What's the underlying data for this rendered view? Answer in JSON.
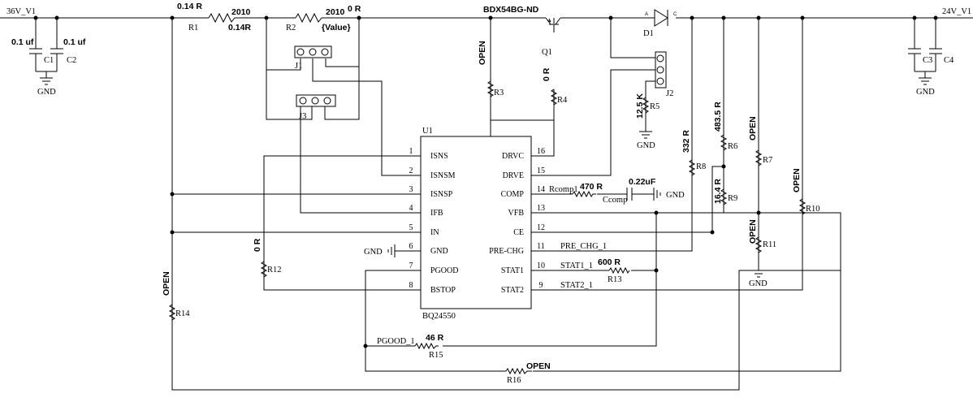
{
  "nets": {
    "vin": "36V_V1",
    "vout": "24V_V1"
  },
  "caps": {
    "c1": {
      "ref": "C1",
      "value": "0.1 uf"
    },
    "c2": {
      "ref": "C2",
      "value": "0.1 uf"
    },
    "c3": {
      "ref": "C3"
    },
    "c4": {
      "ref": "C4"
    },
    "ccomp": {
      "ref": "Ccomp",
      "value": "0.22uF"
    }
  },
  "gnd_label": "GND",
  "resistors": {
    "r1": {
      "ref": "R1",
      "value": "0.14 R",
      "pkg": "2010",
      "extra": "0.14R"
    },
    "r2": {
      "ref": "R2",
      "value": "0 R",
      "pkg": "2010",
      "extra": "{Value}"
    },
    "r3": {
      "ref": "R3",
      "value": "OPEN"
    },
    "r4": {
      "ref": "R4",
      "value": "0 R"
    },
    "r5": {
      "ref": "R5",
      "value": "12.5 K"
    },
    "r6": {
      "ref": "R6",
      "value": "483.5 R"
    },
    "r7": {
      "ref": "R7",
      "value": "OPEN"
    },
    "r8": {
      "ref": "R8",
      "value": "332 R"
    },
    "r9": {
      "ref": "R9",
      "value": "16.4 R"
    },
    "r10": {
      "ref": "R10",
      "value": "OPEN"
    },
    "r11": {
      "ref": "R11",
      "value": "OPEN"
    },
    "r12": {
      "ref": "R12",
      "value": "0 R"
    },
    "r13": {
      "ref": "R13",
      "value": "600 R"
    },
    "r14": {
      "ref": "R14",
      "value": "OPEN"
    },
    "r15": {
      "ref": "R15",
      "value": "46 R"
    },
    "r16": {
      "ref": "R16",
      "value": "OPEN"
    },
    "rcomp": {
      "ref": "Rcomp1",
      "value": "470 R"
    }
  },
  "transistor": {
    "ref": "Q1",
    "part": "BDX54BG-ND"
  },
  "diode": {
    "ref": "D1",
    "anode": "A",
    "cathode": "C"
  },
  "jumpers": {
    "j1": "J1",
    "j2": "J2",
    "j3": "J3"
  },
  "ic": {
    "ref": "U1",
    "part": "BQ24550",
    "left_pins": [
      {
        "num": "1",
        "name": "ISNS"
      },
      {
        "num": "2",
        "name": "ISNSM"
      },
      {
        "num": "3",
        "name": "ISNSP"
      },
      {
        "num": "4",
        "name": "IFB"
      },
      {
        "num": "5",
        "name": "IN"
      },
      {
        "num": "6",
        "name": "GND"
      },
      {
        "num": "7",
        "name": "PGOOD"
      },
      {
        "num": "8",
        "name": "BSTOP"
      }
    ],
    "right_pins": [
      {
        "num": "16",
        "name": "DRVC"
      },
      {
        "num": "15",
        "name": "DRVE"
      },
      {
        "num": "14",
        "name": "COMP"
      },
      {
        "num": "13",
        "name": "VFB"
      },
      {
        "num": "12",
        "name": "CE"
      },
      {
        "num": "11",
        "name": "PRE-CHG"
      },
      {
        "num": "10",
        "name": "STAT1"
      },
      {
        "num": "9",
        "name": "STAT2"
      }
    ]
  },
  "net_labels": {
    "pre_chg": "PRE_CHG_1",
    "stat1": "STAT1_1",
    "stat2": "STAT2_1",
    "pgood": "PGOOD_1"
  }
}
